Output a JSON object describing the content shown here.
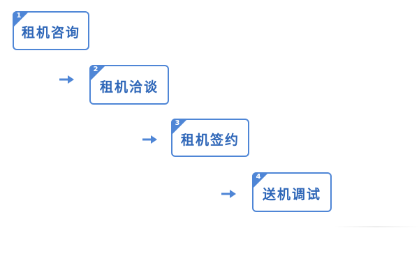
{
  "steps": [
    {
      "number": "1",
      "label": "租机咨询"
    },
    {
      "number": "2",
      "label": "租机洽谈"
    },
    {
      "number": "3",
      "label": "租机签约"
    },
    {
      "number": "4",
      "label": "送机调试"
    }
  ],
  "colors": {
    "accent": "#4f86d6",
    "text": "#2f67b8",
    "background": "#ffffff"
  },
  "icons": {
    "connector": "arrow-right-icon"
  }
}
